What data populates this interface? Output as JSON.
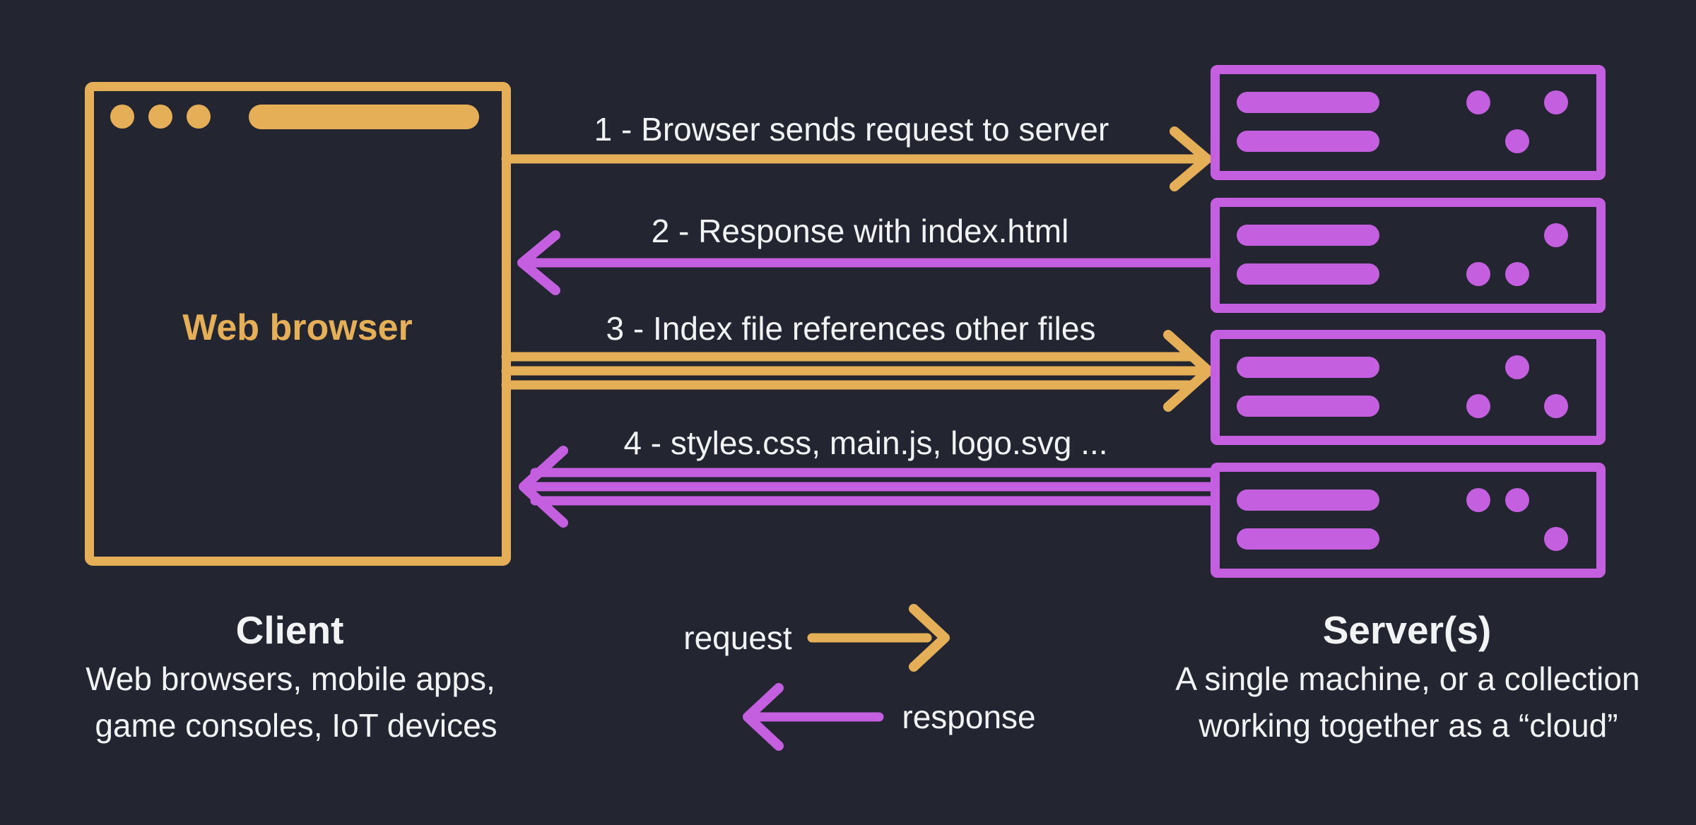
{
  "colors": {
    "background": "#232630",
    "gold": "#e5af58",
    "purple": "#c45fe0",
    "text": "#f2f3f5"
  },
  "client": {
    "window_label": "Web browser",
    "heading": "Client",
    "description_line1": "Web browsers, mobile apps,",
    "description_line2": "game consoles, IoT devices"
  },
  "servers": {
    "heading": "Server(s)",
    "description_line1": "A single machine, or a collection",
    "description_line2": "working together as a “cloud”",
    "count": 4
  },
  "steps": [
    {
      "label": "1 - Browser sends request to server",
      "direction": "request",
      "line_count": 1
    },
    {
      "label": "2 - Response with index.html",
      "direction": "response",
      "line_count": 1
    },
    {
      "label": "3 - Index file references other files",
      "direction": "request",
      "line_count": 3
    },
    {
      "label": "4 - styles.css, main.js, logo.svg ...",
      "direction": "response",
      "line_count": 3
    }
  ],
  "legend": {
    "request_label": "request",
    "response_label": "response"
  }
}
